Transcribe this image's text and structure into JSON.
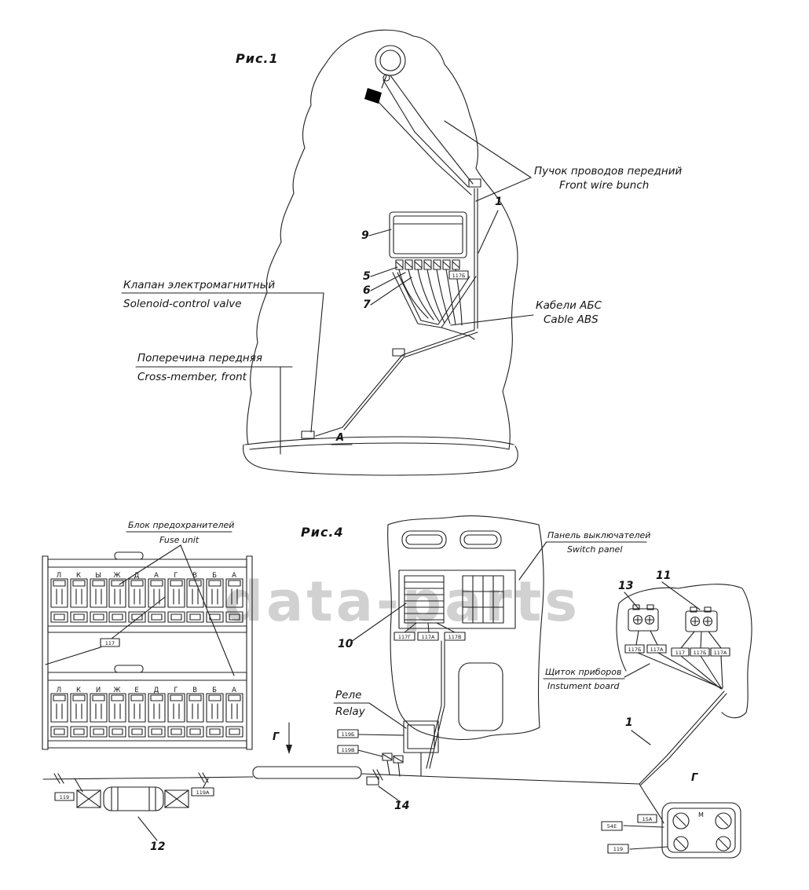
{
  "watermark": {
    "text": "data-parts"
  },
  "fig1": {
    "title": "Рис.1",
    "front_bunch_ru": "Пучок проводов передний",
    "front_bunch_en": "Front wire bunch",
    "solenoid_ru": "Клапан электромагнитный",
    "solenoid_en": "Solenoid-control valve",
    "cross_ru": "Поперечина передняя",
    "cross_en": "Cross-member, front",
    "abs_ru": "Кабели АБС",
    "abs_en": "Cable ABS",
    "n1": "1",
    "n5": "5",
    "n6": "6",
    "n7": "7",
    "n9": "9",
    "view_a": "А",
    "tag_117b": "117Б"
  },
  "fig4": {
    "title": "Рис.4",
    "fuse_ru": "Блок предохранителей",
    "fuse_en": "Fuse unit",
    "switch_ru": "Панель выключателей",
    "switch_en": "Switch panel",
    "relay_ru": "Реле",
    "relay_en": "Relay",
    "board_ru": "Щиток приборов",
    "board_en": "Instument board",
    "n1": "1",
    "n10": "10",
    "n11": "11",
    "n12": "12",
    "n13": "13",
    "n14": "14",
    "view_g_front": "Г",
    "view_g_right": "Г",
    "m_label": "М",
    "fuse_top_letters": [
      "Л",
      "К",
      "Ы",
      "Ж",
      "Д",
      "А",
      "Г",
      "В",
      "Б",
      "А"
    ],
    "fuse_bottom_letters": [
      "Л",
      "К",
      "И",
      "Ж",
      "Е",
      "Д",
      "Г",
      "В",
      "Б",
      "А"
    ],
    "tags": {
      "fuse": "117",
      "sp_g": "117Г",
      "sp_a": "117А",
      "sp_v": "117В",
      "c13_b": "117Б",
      "c13_a": "117А",
      "c11": "117",
      "c11_b": "117Б",
      "c11_a": "117А",
      "relay_b": "119Б",
      "relay_v": "119В",
      "w119": "119",
      "w119a": "119А",
      "b54e": "54Е",
      "b15a": "15А",
      "b119": "119"
    }
  }
}
